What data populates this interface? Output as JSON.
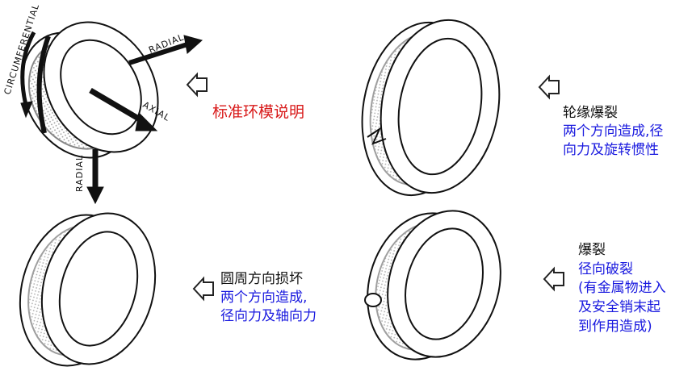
{
  "standard_ring": {
    "caption": "标准环模说明",
    "labels": {
      "circumferential": "CIRCUMFERENTIAL",
      "radial_top": "RADIAL",
      "axial": "AXIAL",
      "radial_bottom": "RADIAL"
    }
  },
  "rim_burst": {
    "title": "轮缘爆裂",
    "lines": [
      "两个方向造成,径",
      "向力及旋转惯性"
    ]
  },
  "circumferential_damage": {
    "title": "圆周方向损坏",
    "lines": [
      "两个方向造成,",
      "径向力及轴向力"
    ]
  },
  "burst": {
    "title": "爆裂",
    "lines": [
      "径向破裂",
      "(有金属物进入",
      "及安全销末起",
      "到作用造成)"
    ]
  },
  "colors": {
    "caption_red": "#d81818",
    "description_blue": "#1a1adf",
    "title_black": "#111111"
  },
  "icons": [
    "left-arrow-outline-icon"
  ]
}
